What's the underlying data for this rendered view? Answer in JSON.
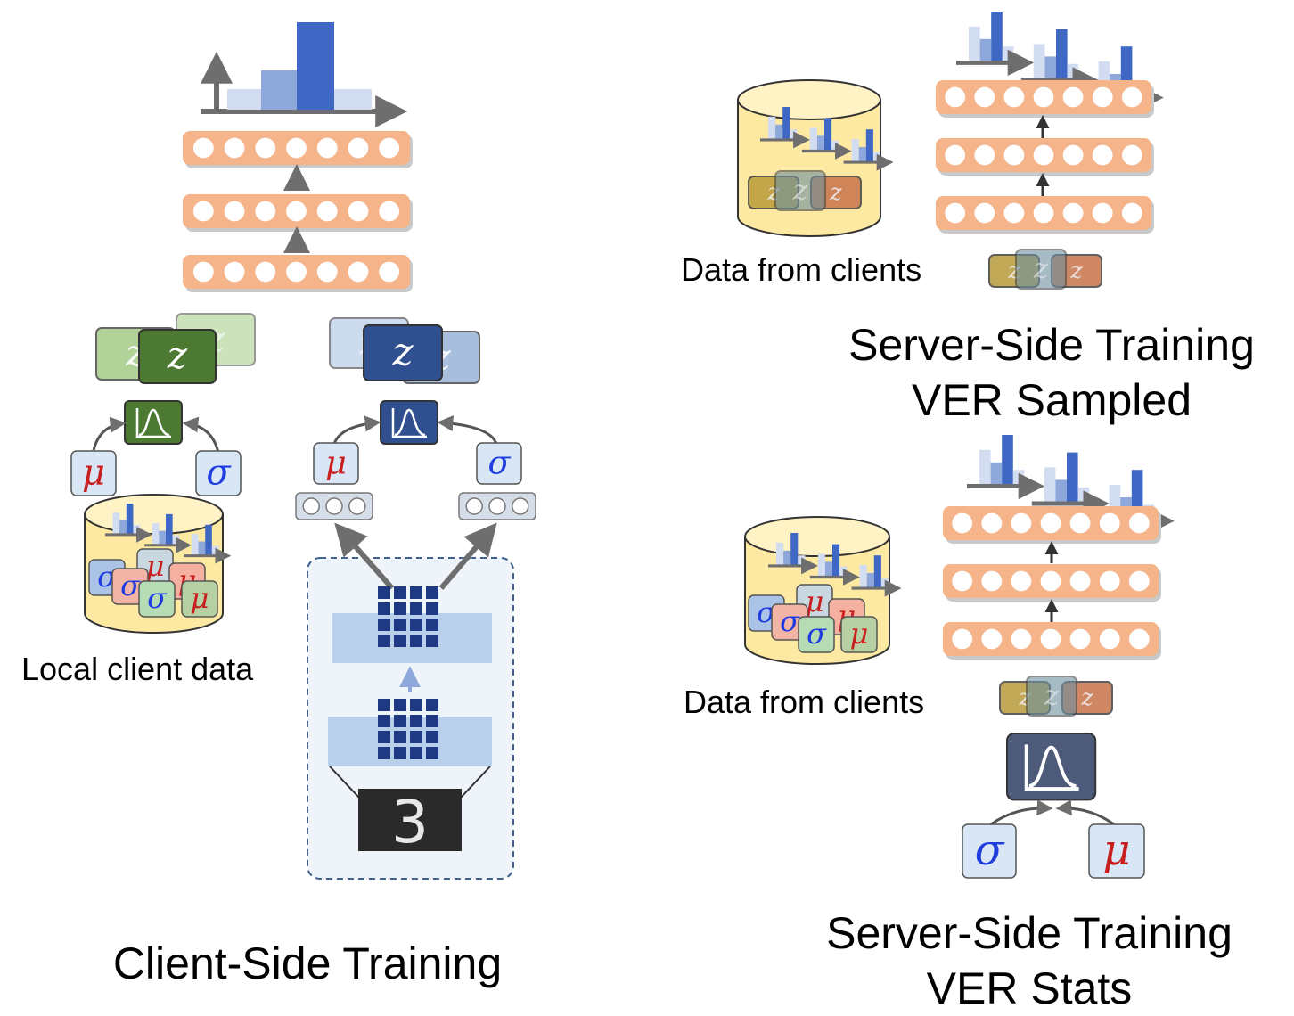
{
  "captions": {
    "local_client_data": "Local client data",
    "client_side": "Client-Side Training",
    "data_from_clients_top": "Data from clients",
    "data_from_clients_bottom": "Data from clients",
    "server_sampled_line1": "Server-Side Training",
    "server_sampled_line2": "VER Sampled",
    "server_stats_line1": "Server-Side Training",
    "server_stats_line2": "VER Stats"
  },
  "symbols": {
    "mu": "μ",
    "sigma": "σ",
    "z": "z"
  },
  "colors": {
    "layer_fill": "#f5b48a",
    "node_fill": "#ffffff",
    "arrow": "#6e6e6e",
    "bar_dark": "#3f67c4",
    "bar_mid": "#8fa8dc",
    "bar_light": "#d3ddf2",
    "green_dark": "#4d7a32",
    "green_light": "#a9cf8f",
    "blue_dark": "#2f4f8f",
    "blue_light": "#b8cde8",
    "param_box": "#d8e6f5",
    "mu_color": "#c81e1e",
    "sigma_color": "#1e3ce0",
    "db_fill": "#fde9a2",
    "stats_box": "#4d5a7a",
    "dashed_panel": "#eef4fa"
  }
}
